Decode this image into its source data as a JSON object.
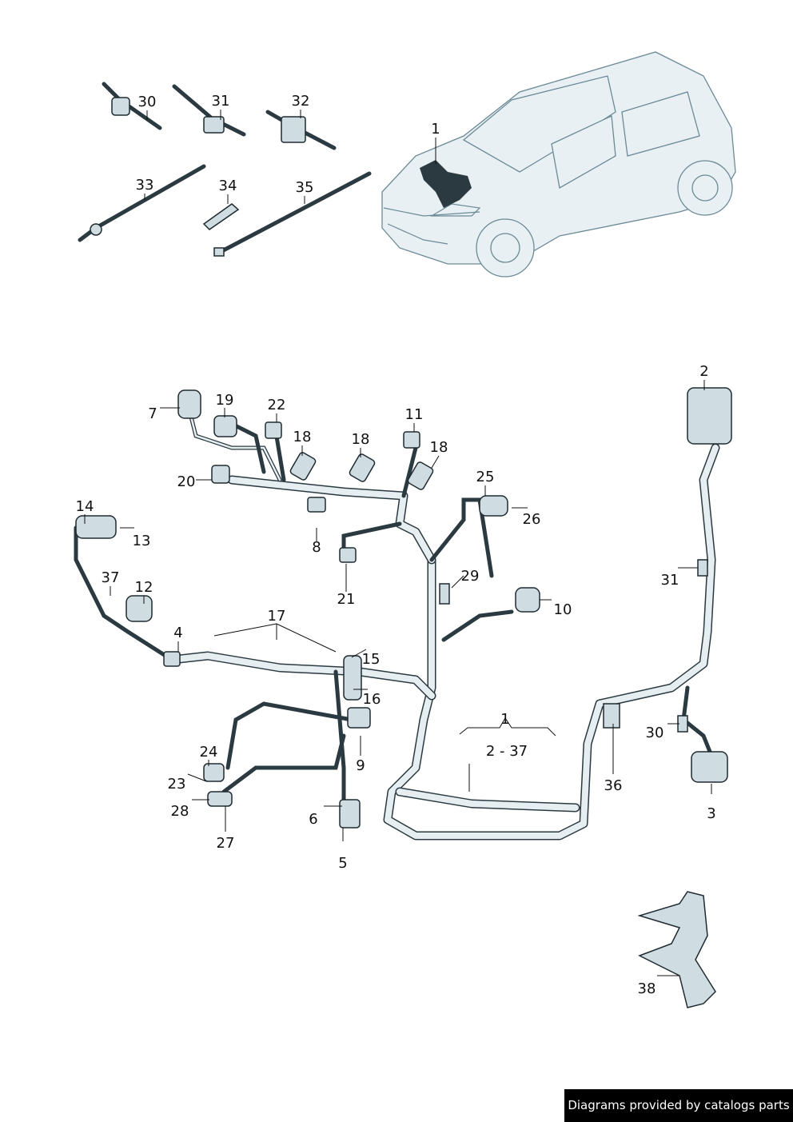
{
  "labels": [
    "30",
    "31",
    "32",
    "1",
    "33",
    "34",
    "35",
    "2",
    "7",
    "19",
    "22",
    "18",
    "18",
    "11",
    "18",
    "20",
    "25",
    "26",
    "14",
    "13",
    "8",
    "31",
    "37",
    "12",
    "29",
    "21",
    "10",
    "17",
    "4",
    "15",
    "16",
    "1",
    "2 - 37",
    "30",
    "9",
    "24",
    "23",
    "36",
    "28",
    "3",
    "6",
    "27",
    "5",
    "38"
  ],
  "footer": {
    "text": "Diagrams provided by catalogs parts"
  }
}
